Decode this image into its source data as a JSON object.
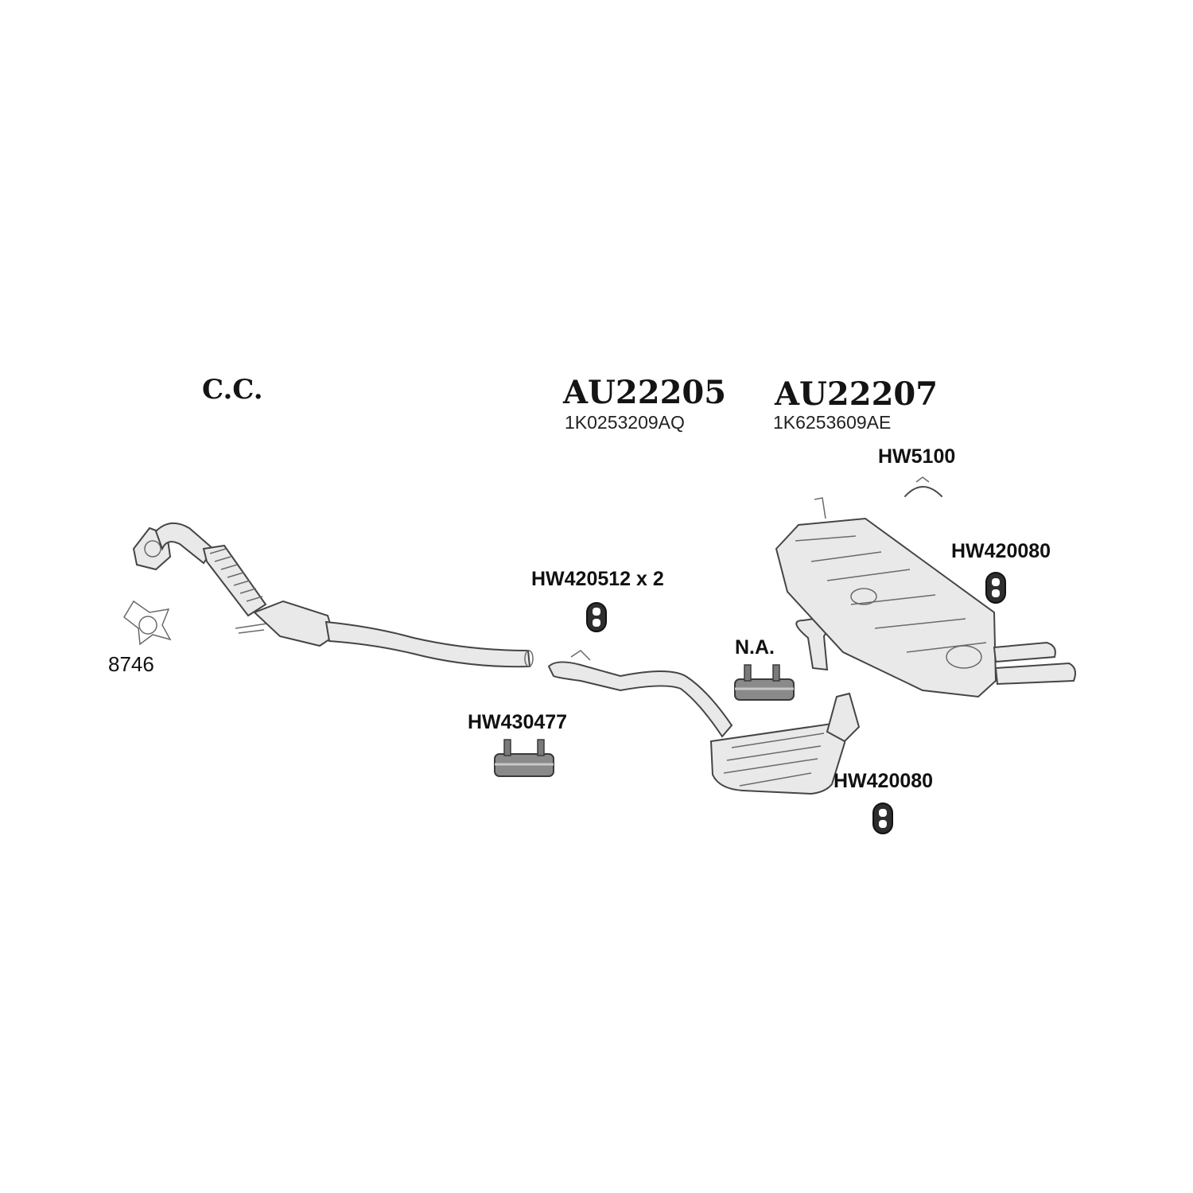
{
  "labels": {
    "cc": "C.C.",
    "front_pipe_code": "AU22205",
    "front_pipe_oem": "1K0253209AQ",
    "rear_box_code": "AU22207",
    "rear_box_oem": "1K6253609AE",
    "hanger_top": "HW5100",
    "rubber_right": "HW420080",
    "rubber_left": "HW420512 x 2",
    "clamp_na": "N.A.",
    "gasket": "8746",
    "clamp_left": "HW430477",
    "rubber_bottom": "HW420080"
  },
  "colors": {
    "line": "#454545",
    "part_fill": "#e9e9e9",
    "rubber": "#2e2e2e",
    "text": "#111111"
  }
}
